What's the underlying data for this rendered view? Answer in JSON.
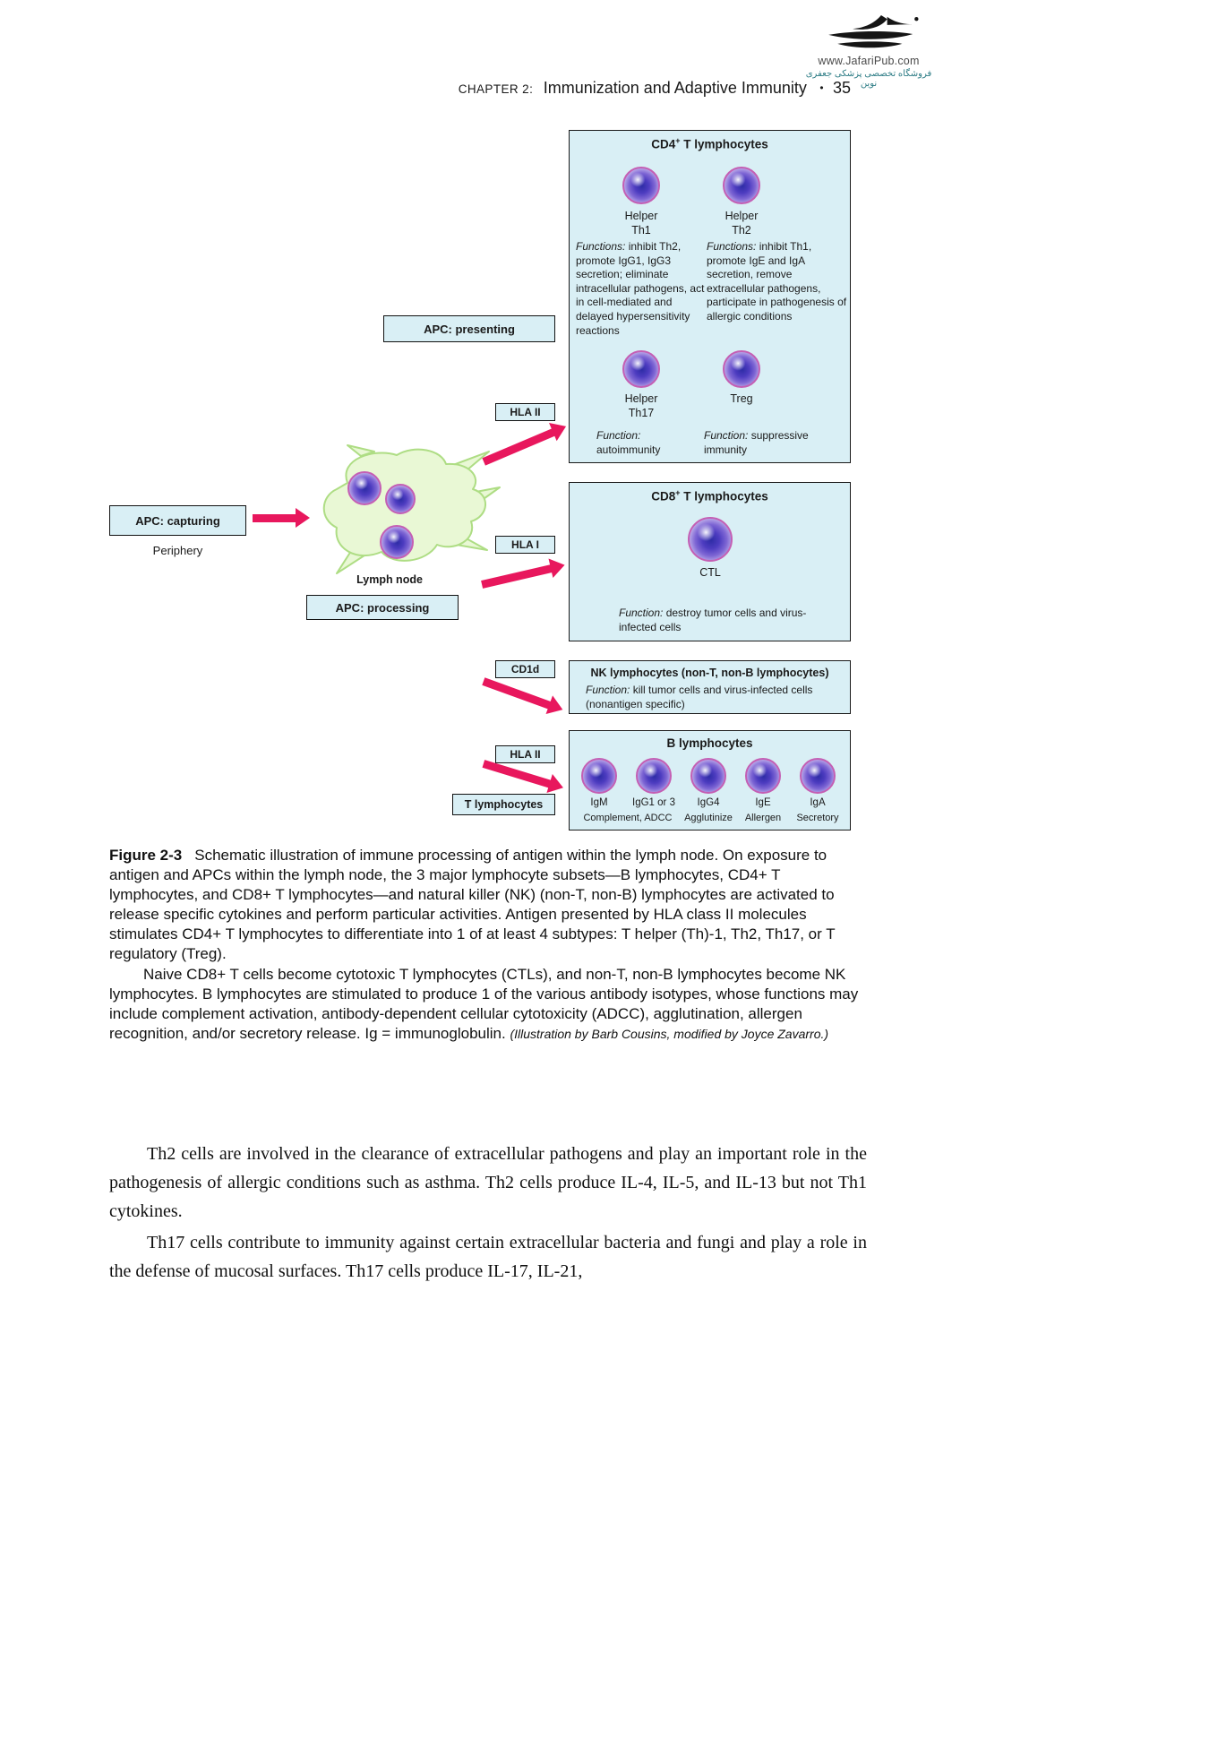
{
  "colors": {
    "box-fill": "#d9eff5",
    "arrow": "#e8175d",
    "cell-ring": "#c45fb4",
    "node-fill": "#e9f8d5",
    "node-stroke": "#aedd84"
  },
  "header": {
    "chapter_label": "CHAPTER 2:",
    "chapter_title": "Immunization and Adaptive Immunity",
    "separator": "•",
    "page_number": "35"
  },
  "logo": {
    "url": "www.JafariPub.com",
    "persian": "فروشگاه تخصصی پزشکی جعفری نوین"
  },
  "diagram": {
    "cd4": {
      "title_pre": "CD4",
      "title_sup": "+",
      "title_post": " T lymphocytes",
      "th1_name": "Helper\nTh1",
      "th2_name": "Helper\nTh2",
      "th1_fn_label": "Functions:",
      "th1_fn_text": " inhibit Th2, promote IgG1, IgG3 secretion; eliminate intracellular pathogens, act in cell-mediated and delayed hypersensitivity reactions",
      "th2_fn_label": "Functions:",
      "th2_fn_text": " inhibit Th1, promote IgE and IgA secretion, remove extracellular pathogens, participate in pathogenesis of allergic conditions",
      "th17_name": "Helper\nTh17",
      "treg_name": "Treg",
      "th17_fn_label": "Function:",
      "th17_fn_text": " autoimmunity",
      "treg_fn_label": "Function:",
      "treg_fn_text": " suppressive immunity"
    },
    "cd8": {
      "title_pre": "CD8",
      "title_sup": "+",
      "title_post": " T lymphocytes",
      "ctl_name": "CTL",
      "fn_label": "Function:",
      "fn_text": " destroy tumor cells and virus-infected cells"
    },
    "nk": {
      "title": "NK lymphocytes (non-T, non-B lymphocytes)",
      "fn_label": "Function:",
      "fn_text": " kill tumor cells and virus-infected cells (nonantigen specific)"
    },
    "b": {
      "title": "B lymphocytes",
      "cells": [
        "IgM",
        "IgG1 or 3",
        "IgG4",
        "IgE",
        "IgA"
      ],
      "sublabels": [
        "Complement, ADCC",
        "Agglutinize",
        "Allergen",
        "Secretory"
      ]
    },
    "labels": {
      "apc_presenting": "APC: presenting",
      "hla2_top": "HLA II",
      "apc_capturing": "APC: capturing",
      "periphery": "Periphery",
      "lymph_node": "Lymph node",
      "apc_processing": "APC: processing",
      "hla1": "HLA I",
      "cd1d": "CD1d",
      "hla2_bottom": "HLA II",
      "t_lymphocytes": "T lymphocytes"
    }
  },
  "caption": {
    "label": "Figure 2-3",
    "p1": "Schematic illustration of immune processing of antigen within the lymph node. On exposure to antigen and APCs within the lymph node, the 3 major lymphocyte subsets—B lymphocytes, CD4+ T lymphocytes, and CD8+ T lymphocytes—and natural killer (NK) (non-T, non-B) lymphocytes are activated to release specific cytokines and perform particular activities. Antigen presented by HLA class II molecules stimulates CD4+ T lymphocytes to differentiate into 1 of at least 4 subtypes: T helper (Th)-1, Th2, Th17, or T regulatory (Treg).",
    "p2": "Naive CD8+ T cells become cytotoxic T lymphocytes (CTLs), and non-T, non-B lymphocytes become NK lymphocytes. B lymphocytes are stimulated to produce 1 of the various antibody isotypes, whose functions may include complement activation, antibody-dependent cellular cytotoxicity (ADCC), agglutination, allergen recognition, and/or secretory release. Ig = immunoglobulin.",
    "credit": "(Illustration by Barb Cousins, modified by Joyce Zavarro.)"
  },
  "body": {
    "p1": "Th2 cells are involved in the clearance of extracellular pathogens and play an important role in the pathogenesis of allergic conditions such as asthma. Th2 cells produce IL-4, IL-5, and IL-13 but not Th1 cytokines.",
    "p2": "Th17 cells contribute to immunity against certain extracellular bacteria and fungi and play a role in the defense of mucosal surfaces. Th17 cells produce IL-17, IL-21,"
  }
}
